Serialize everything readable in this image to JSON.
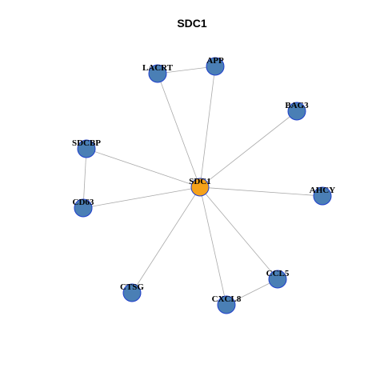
{
  "title": "SDC1",
  "colors": {
    "hub_fill": "#F5A21B",
    "node_fill": "#4A7FB5",
    "node_stroke": "#1F3FCC",
    "edge": "#AAAAAA"
  },
  "nodes": [
    {
      "id": "SDC1",
      "label": "SDC1",
      "hub": true
    },
    {
      "id": "APP",
      "label": "APP"
    },
    {
      "id": "LACRT",
      "label": "LACRT"
    },
    {
      "id": "BAG3",
      "label": "BAG3"
    },
    {
      "id": "SDCBP",
      "label": "SDCBP"
    },
    {
      "id": "CD63",
      "label": "CD63"
    },
    {
      "id": "AHCY",
      "label": "AHCY"
    },
    {
      "id": "CCL5",
      "label": "CCL5"
    },
    {
      "id": "CXCL8",
      "label": "CXCL8"
    },
    {
      "id": "CTSG",
      "label": "CTSG"
    }
  ],
  "edges": [
    [
      "SDC1",
      "APP"
    ],
    [
      "SDC1",
      "LACRT"
    ],
    [
      "SDC1",
      "BAG3"
    ],
    [
      "SDC1",
      "CD63"
    ],
    [
      "SDC1",
      "AHCY"
    ],
    [
      "SDC1",
      "CCL5"
    ],
    [
      "SDC1",
      "CXCL8"
    ],
    [
      "SDC1",
      "CTSG"
    ],
    [
      "SDC1",
      "SDCBP"
    ],
    [
      "LACRT",
      "APP"
    ],
    [
      "SDCBP",
      "CD63"
    ],
    [
      "CCL5",
      "CXCL8"
    ]
  ]
}
